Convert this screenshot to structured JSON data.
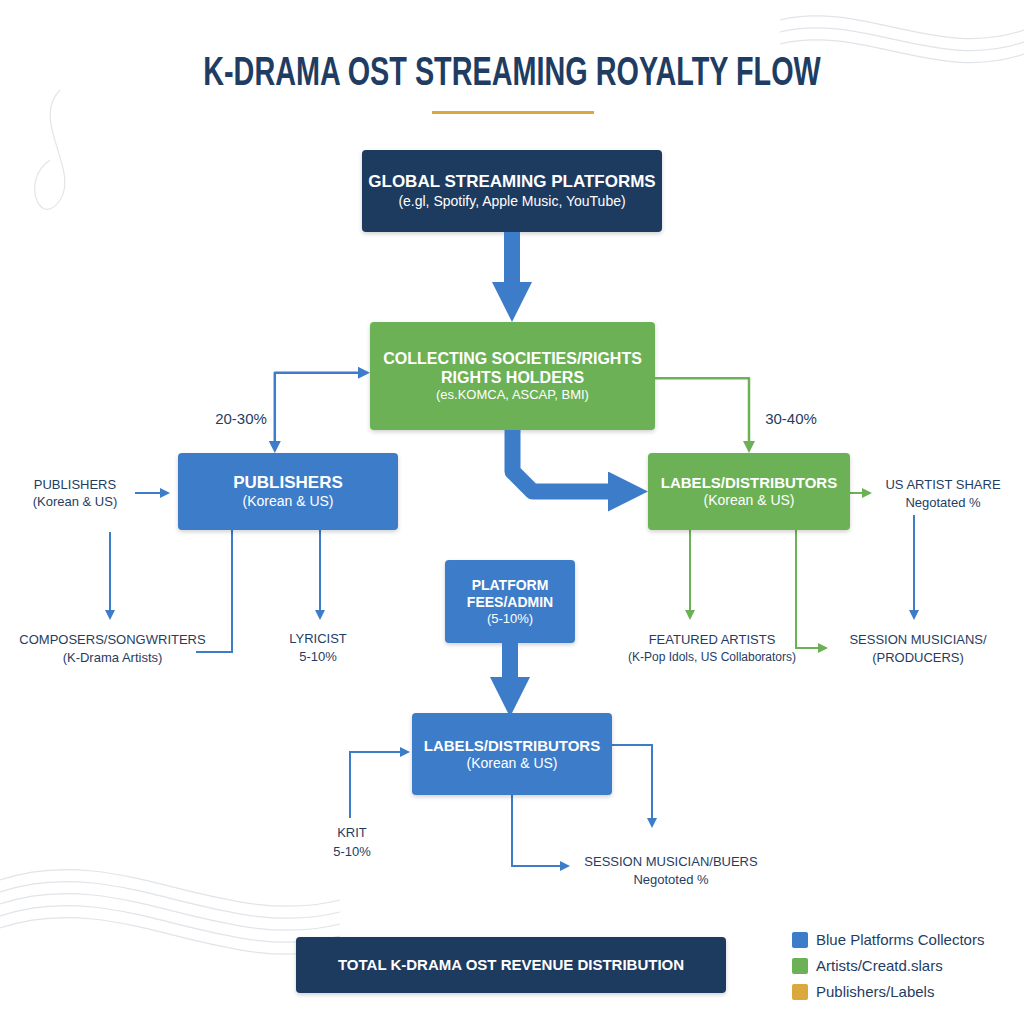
{
  "diagram": {
    "title": "K-DRAMA OST STREAMING ROYALTY FLOW",
    "nodes": [
      {
        "text": [
          "GLOBAL STREAMING PLATFORMS",
          "(e.gl, Spotify, Apple Music, YouTube)"
        ]
      },
      {
        "text": [
          "COLLECTING SOCIETIES/RIGHTS RIGHTS HOLDERS",
          "(es.KOMCA, ASCAP, BMI)"
        ]
      },
      {
        "text": [
          "PUBLISHERS",
          "(Korean & US)"
        ]
      },
      {
        "text": [
          "LABELS/DISTRIBUTORS",
          "(Korean & US)"
        ]
      },
      {
        "text": [
          "PLATFORM FEES/ADMIN",
          "(5-10%)"
        ]
      },
      {
        "text": [
          "LABELS/DISTRIBUTORS",
          "(Korean & US)"
        ]
      },
      {
        "text": [
          "TOTAL K-DRAMA OST REVENUE DISTRIBUTION"
        ]
      }
    ],
    "edges": [
      {
        "from": 0,
        "to": 1,
        "arrow": "to"
      },
      {
        "from": 1,
        "to": 2,
        "arrow": "both",
        "label": "20-30%"
      },
      {
        "from": 1,
        "to": 3,
        "arrow": "to",
        "label": "30-40%"
      },
      {
        "from": 1,
        "to": 3,
        "arrow": "to"
      },
      {
        "from": 4,
        "to": 5,
        "arrow": "to"
      }
    ],
    "labels": [
      "PUBLISHERS",
      "(Korean & US)",
      "COMPOSERS/SONGWRITERS",
      "(K-Drama Artists)",
      "LYRICIST",
      "5-10%",
      "US ARTIST SHARE",
      "Negotated %",
      "FEATURED ARTISTS",
      "(K-Pop Idols, US Collaborators)",
      "SESSION MUSICIANS/",
      "(PRODUCERS)",
      "KRIT",
      "5-10%",
      "SESSION MUSICIAN/BUERS",
      "Negototed %"
    ],
    "legend": [
      {
        "text": "Blue Platforms Collectors",
        "color": "#3d7cc9"
      },
      {
        "text": "Artists/Creatd.slars",
        "color": "#6cb155"
      },
      {
        "text": "Publishers/Labels",
        "color": "#d9a93f"
      }
    ]
  }
}
